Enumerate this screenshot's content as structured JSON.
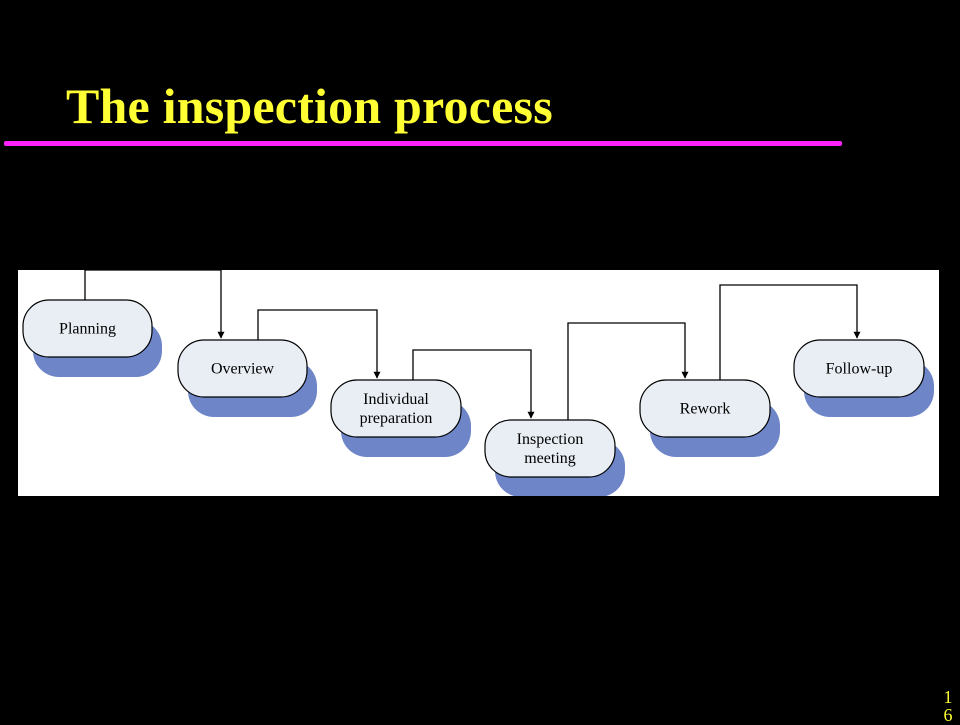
{
  "slide": {
    "title": "The inspection process",
    "title_color": "#FFFF33",
    "underline_color": "#FF22FF",
    "background": "#000000",
    "page_number": "1 6"
  },
  "diagram": {
    "box_fill": "#E8EEF4",
    "shadow_fill": "#6E86C8",
    "steps": [
      {
        "id": "planning",
        "lines": [
          "Planning"
        ]
      },
      {
        "id": "overview",
        "lines": [
          "Overview"
        ]
      },
      {
        "id": "individual-preparation",
        "lines": [
          "Individual",
          "preparation"
        ]
      },
      {
        "id": "inspection-meeting",
        "lines": [
          "Inspection",
          "meeting"
        ]
      },
      {
        "id": "rework",
        "lines": [
          "Rework"
        ]
      },
      {
        "id": "follow-up",
        "lines": [
          "Follow-up"
        ]
      }
    ]
  }
}
